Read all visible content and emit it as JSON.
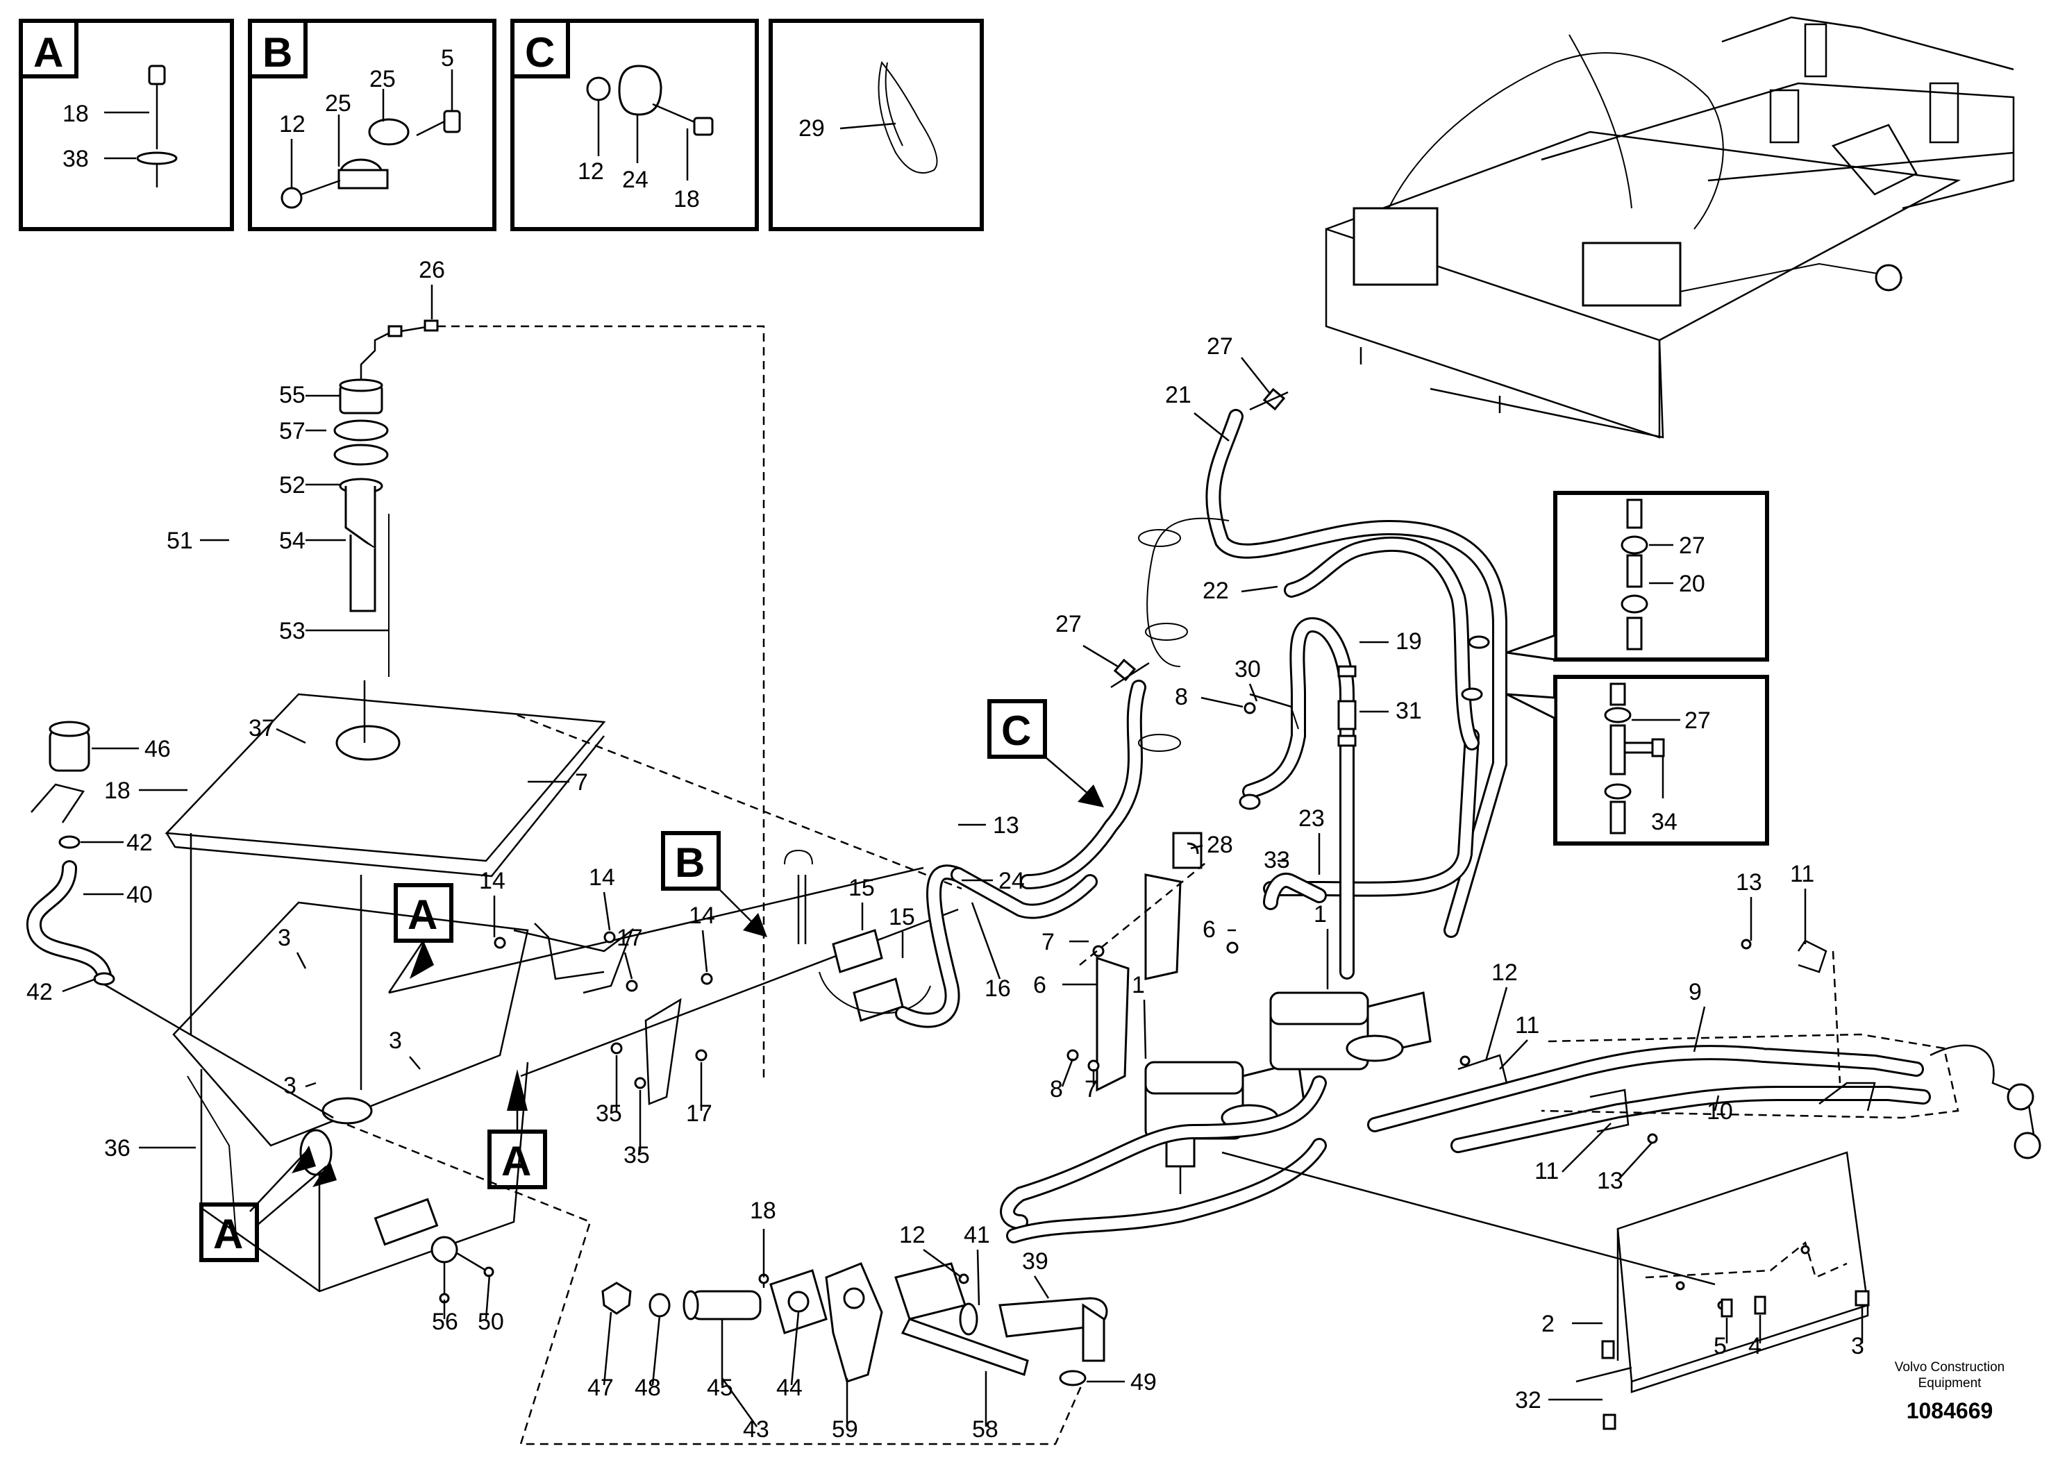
{
  "detail_boxes": [
    {
      "letter": "A",
      "labels": [
        "18",
        "38"
      ]
    },
    {
      "letter": "B",
      "labels": [
        "5",
        "25",
        "12",
        "25"
      ]
    },
    {
      "letter": "C",
      "labels": [
        "12",
        "24",
        "18"
      ]
    },
    {
      "letter": "",
      "labels": [
        "29"
      ]
    }
  ],
  "inset_upper": {
    "labels": [
      "27",
      "20"
    ]
  },
  "inset_lower": {
    "labels": [
      "27",
      "34"
    ]
  },
  "callouts": {
    "A": "A",
    "B": "B",
    "C": "C"
  },
  "part_labels": [
    "26",
    "55",
    "57",
    "52",
    "51",
    "54",
    "53",
    "37",
    "46",
    "18",
    "7",
    "42",
    "40",
    "42",
    "14",
    "14",
    "3",
    "17",
    "14",
    "15",
    "15",
    "3",
    "3",
    "36",
    "35",
    "35",
    "17",
    "16",
    "13",
    "24",
    "28",
    "7",
    "6",
    "6",
    "1",
    "1",
    "8",
    "7",
    "23",
    "33",
    "30",
    "8",
    "19",
    "31",
    "27",
    "22",
    "21",
    "27",
    "13",
    "11",
    "9",
    "12",
    "11",
    "10",
    "11",
    "13",
    "56",
    "50",
    "18",
    "47",
    "48",
    "45",
    "43",
    "44",
    "59",
    "12",
    "41",
    "39",
    "58",
    "49",
    "2",
    "32",
    "5",
    "4",
    "3"
  ],
  "footer": {
    "brand_line1": "Volvo Construction",
    "brand_line2": "Equipment",
    "doc_number": "1084669"
  }
}
